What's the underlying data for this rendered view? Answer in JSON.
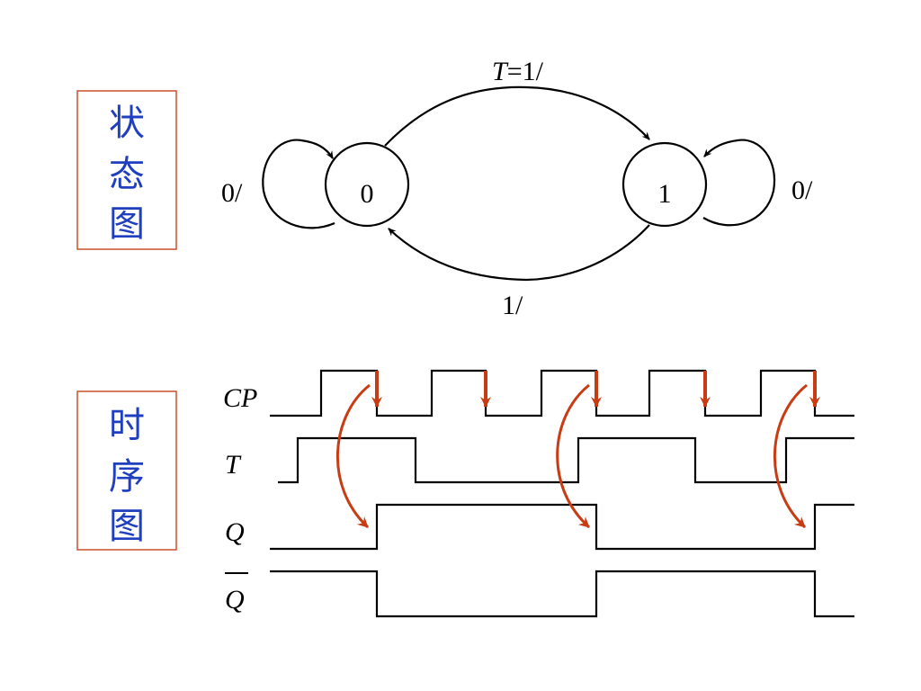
{
  "state_diagram": {
    "panel_label": [
      "状",
      "态",
      "图"
    ],
    "state0": "0",
    "state1": "1",
    "t01_label_var": "T",
    "t01_label_rest": "=1/",
    "t10_label": "1/",
    "self0_label": "0/",
    "self1_label": "0/"
  },
  "timing_diagram": {
    "panel_label": [
      "时",
      "序",
      "图"
    ],
    "signals": {
      "cp": "CP",
      "t": "T",
      "q": "Q",
      "qbar": "Q"
    },
    "waveforms": {
      "cp": [
        0,
        1,
        0,
        1,
        0,
        1,
        0,
        1,
        0,
        1,
        0
      ],
      "t": [
        0,
        1,
        0,
        1,
        0,
        1
      ],
      "q": [
        0,
        1,
        0,
        1
      ],
      "qbar": [
        1,
        0,
        1,
        0
      ]
    }
  },
  "colors": {
    "panel_text": "#1f3fbf",
    "panel_border": "#c8502a",
    "arrow": "#c83c14",
    "line": "#000000"
  }
}
